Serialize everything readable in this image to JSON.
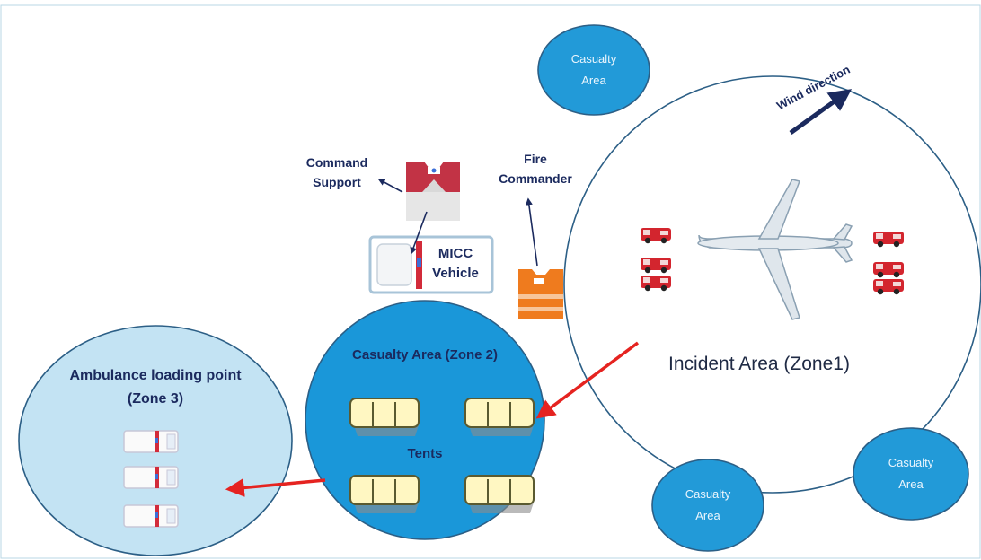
{
  "diagram": {
    "zone1_label": "Incident Area (Zone1)",
    "zone2_label": "Casualty Area (Zone 2)",
    "zone2_sublabel": "Tents",
    "zone3_label_line1": "Ambulance loading point",
    "zone3_label_line2": "(Zone 3)",
    "casualty_area_line1": "Casualty",
    "casualty_area_line2": "Area",
    "command_support_line1": "Command",
    "command_support_line2": "Support",
    "fire_commander_line1": "Fire",
    "fire_commander_line2": "Commander",
    "micc_line1": "MICC",
    "micc_line2": "Vehicle",
    "wind_label": "Wind direction"
  },
  "colors": {
    "zone2_fill": "#1a97d9",
    "zone3_fill": "#c3e3f3",
    "small_area_fill": "#229ad8",
    "outline": "#2c5f86",
    "arrow_red": "#e52320",
    "label_navy": "#1b2a5e",
    "vest_red": "#c23345",
    "vest_orange": "#ef7b1e"
  },
  "icons": [
    "airplane-icon",
    "fire-truck-icon",
    "tent-icon",
    "ambulance-icon",
    "vest-icon"
  ]
}
